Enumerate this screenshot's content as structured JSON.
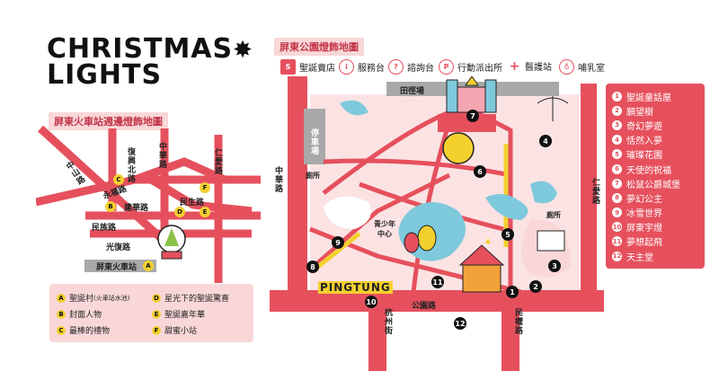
{
  "title": {
    "line1": "CHRISTMAS",
    "line2": "LIGHTS",
    "star": "✸"
  },
  "station_map": {
    "heading": "屏東火車站週邊燈飾地圖",
    "roads": {
      "zhongshan": "中山路",
      "fuxing_n": "復興北路",
      "zhonghua": "中華路",
      "renai": "仁愛路",
      "yongfu": "永福路",
      "minsheng": "民生路",
      "chunghsing": "建華路",
      "minzu": "民族路",
      "guangfu": "光復路"
    },
    "station_label": "屏東火車站",
    "markers": [
      "A",
      "B",
      "C",
      "D",
      "E",
      "F"
    ],
    "legend": [
      {
        "key": "A",
        "label": "聖誕村",
        "sub": "(火車站水池)"
      },
      {
        "key": "B",
        "label": "封面人物"
      },
      {
        "key": "C",
        "label": "最棒的禮物"
      },
      {
        "key": "D",
        "label": "星光下的聖誕驚喜"
      },
      {
        "key": "E",
        "label": "聖誕嘉年華"
      },
      {
        "key": "F",
        "label": "甜蜜小站"
      }
    ]
  },
  "park_map": {
    "heading": "屏東公園燈飾地圖",
    "legend": [
      {
        "icon": "S",
        "label": "聖誕賣店"
      },
      {
        "icon": "i",
        "label": "服務台"
      },
      {
        "icon": "?",
        "label": "諮詢台"
      },
      {
        "icon": "P",
        "label": "行動派出所"
      },
      {
        "icon": "+",
        "label": "醫護站"
      },
      {
        "icon": "♁",
        "label": "哺乳室"
      }
    ],
    "labels": {
      "track": "田徑場",
      "parking": "停車場",
      "toilet1": "廁所",
      "toilet2": "廁所",
      "youth_center": "青少年\n中心",
      "zhonghua_road": "中華路",
      "renai_road": "仁愛路",
      "gongyuan_road": "公園路",
      "minquan_road": "民權路",
      "hangzhou_st": "杭州街",
      "pingtung": "PINGTUNG"
    },
    "spots": [
      {
        "no": "1",
        "name": "聖誕童話屋"
      },
      {
        "no": "2",
        "name": "願望樹"
      },
      {
        "no": "3",
        "name": "奇幻夢遊"
      },
      {
        "no": "4",
        "name": "恬然入夢"
      },
      {
        "no": "5",
        "name": "璀璨花園"
      },
      {
        "no": "6",
        "name": "天使的祝福"
      },
      {
        "no": "7",
        "name": "松鼠公爵城堡"
      },
      {
        "no": "8",
        "name": "夢幻公主"
      },
      {
        "no": "9",
        "name": "冰雪世界"
      },
      {
        "no": "10",
        "name": "屏東宇燈"
      },
      {
        "no": "11",
        "name": "夢想起飛"
      },
      {
        "no": "12",
        "name": "天主堂"
      }
    ]
  },
  "colors": {
    "accent": "#e6505d",
    "pink": "#f9d7d8",
    "yellow": "#f4d02f",
    "water": "#7fc9dc",
    "gray": "#a9a9a9"
  }
}
